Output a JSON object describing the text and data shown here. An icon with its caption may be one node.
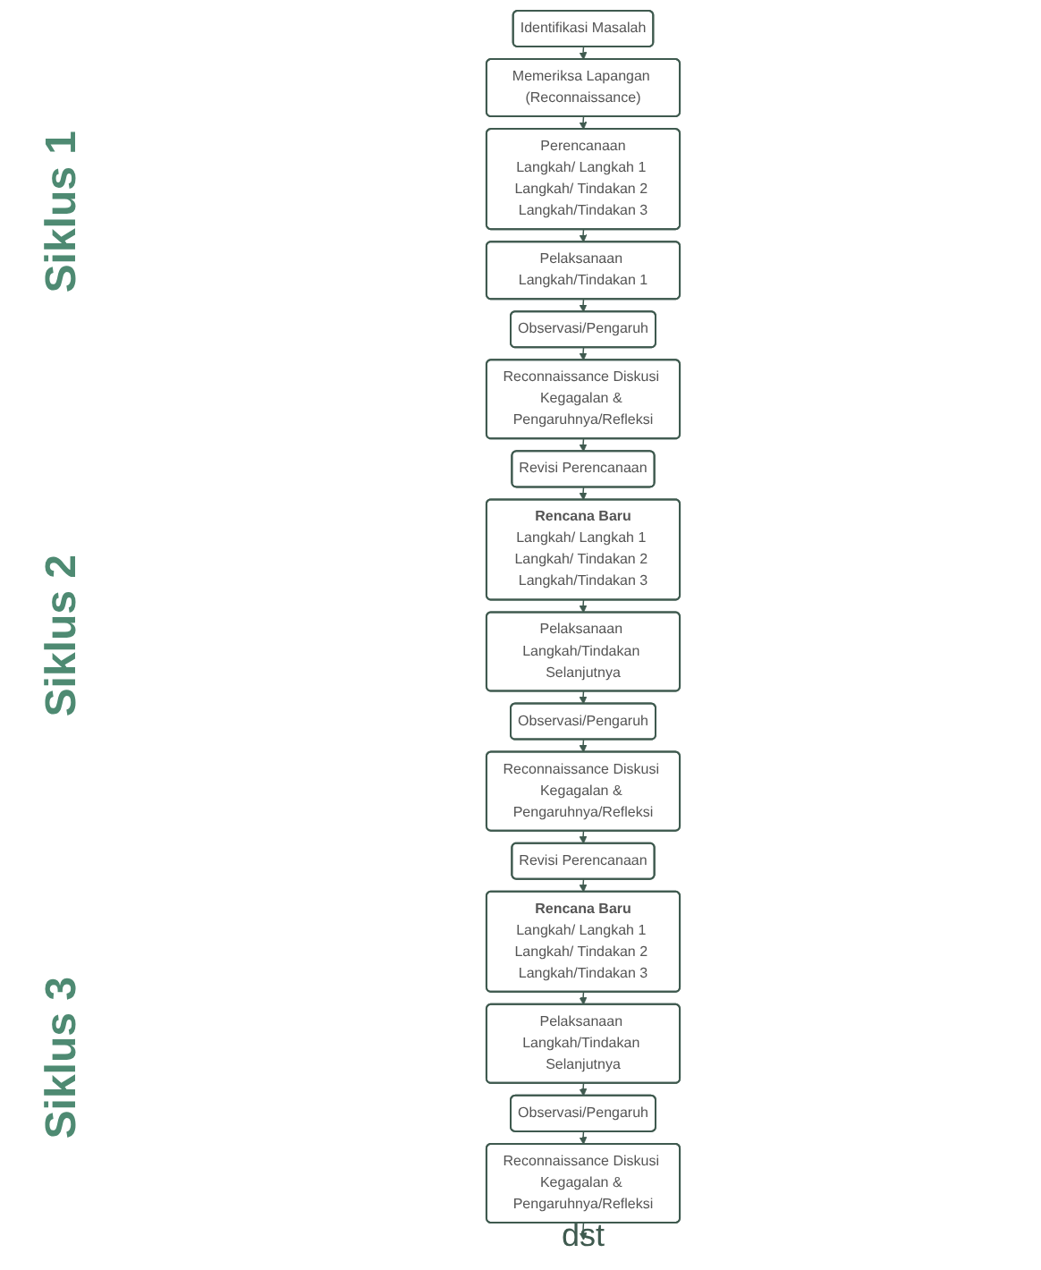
{
  "diagram": {
    "nodes": [
      {
        "text": [
          "Identifikasi Masalah"
        ]
      },
      {
        "text": [
          "Memeriksa Lapangan (Reconnaissance)"
        ]
      },
      {
        "text": [
          "Perencanaan",
          "Langkah/ Langkah 1 Langkah/ Tindakan 2 Langkah/Tindakan 3"
        ]
      },
      {
        "text": [
          "Pelaksanaan Langkah/Tindakan 1"
        ]
      },
      {
        "text": [
          "Observasi/Pengaruh"
        ]
      },
      {
        "text": [
          "Reconnaissance Diskusi Kegagalan & Pengaruhnya/Refleksi"
        ]
      },
      {
        "text": [
          "Revisi Perencanaan"
        ]
      },
      {
        "text": [
          "Rencana Baru",
          "Langkah/ Langkah 1 Langkah/ Tindakan 2 Langkah/Tindakan 3"
        ]
      },
      {
        "text": [
          "Pelaksanaan Langkah/Tindakan Selanjutnya"
        ]
      },
      {
        "text": [
          "Observasi/Pengaruh"
        ]
      },
      {
        "text": [
          "Reconnaissance Diskusi Kegagalan & Pengaruhnya/Refleksi"
        ]
      },
      {
        "text": [
          "Revisi Perencanaan"
        ]
      },
      {
        "text": [
          "Rencana Baru",
          "Langkah/ Langkah 1 Langkah/ Tindakan 2 Langkah/Tindakan 3"
        ]
      },
      {
        "text": [
          "Pelaksanaan Langkah/Tindakan Selanjutnya"
        ]
      },
      {
        "text": [
          "Observasi/Pengaruh"
        ]
      },
      {
        "text": [
          "Reconnaissance Diskusi Kegagalan & Pengaruhnya/Refleksi"
        ]
      },
      {
        "text": [
          "dst"
        ]
      }
    ],
    "edges": [
      {
        "from": 0,
        "to": 1,
        "arrow": "to"
      },
      {
        "from": 1,
        "to": 2,
        "arrow": "to"
      },
      {
        "from": 2,
        "to": 3,
        "arrow": "to"
      },
      {
        "from": 3,
        "to": 4,
        "arrow": "to"
      },
      {
        "from": 4,
        "to": 5,
        "arrow": "to"
      },
      {
        "from": 5,
        "to": 6,
        "arrow": "to"
      },
      {
        "from": 6,
        "to": 7,
        "arrow": "to"
      },
      {
        "from": 7,
        "to": 8,
        "arrow": "to"
      },
      {
        "from": 8,
        "to": 9,
        "arrow": "to"
      },
      {
        "from": 9,
        "to": 10,
        "arrow": "to"
      },
      {
        "from": 10,
        "to": 11,
        "arrow": "to"
      },
      {
        "from": 11,
        "to": 12,
        "arrow": "to"
      },
      {
        "from": 12,
        "to": 13,
        "arrow": "to"
      },
      {
        "from": 13,
        "to": 14,
        "arrow": "to"
      },
      {
        "from": 14,
        "to": 15,
        "arrow": "to"
      },
      {
        "from": 15,
        "to": 16,
        "arrow": "to"
      }
    ],
    "labels": [
      "Siklus 1",
      "Siklus 2",
      "Siklus 3"
    ]
  }
}
